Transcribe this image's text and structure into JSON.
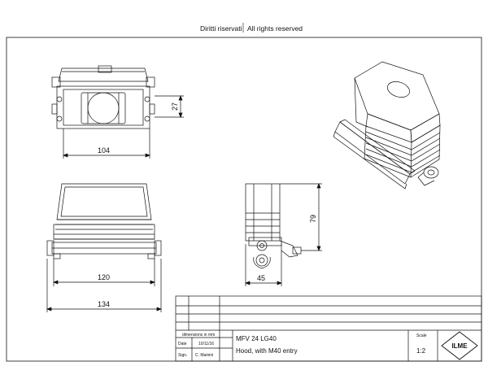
{
  "header": {
    "left": "Diritti riservati",
    "right": "All rights reserved"
  },
  "dimensions": {
    "top_width": "104",
    "top_height": "27",
    "front_inner": "120",
    "front_outer": "134",
    "side_height": "79",
    "side_width": "45"
  },
  "title_block": {
    "units_label": "dimensions in mm",
    "date_label": "Date",
    "date_value": "10/11/16",
    "sign_label": "Sign.",
    "sign_value": "C. Mainini",
    "part_code": "MFV 24 LG40",
    "description": "Hood, with M40 entry",
    "scale_label": "Scale",
    "scale_value": "1:2",
    "logo_text": "ILME"
  }
}
